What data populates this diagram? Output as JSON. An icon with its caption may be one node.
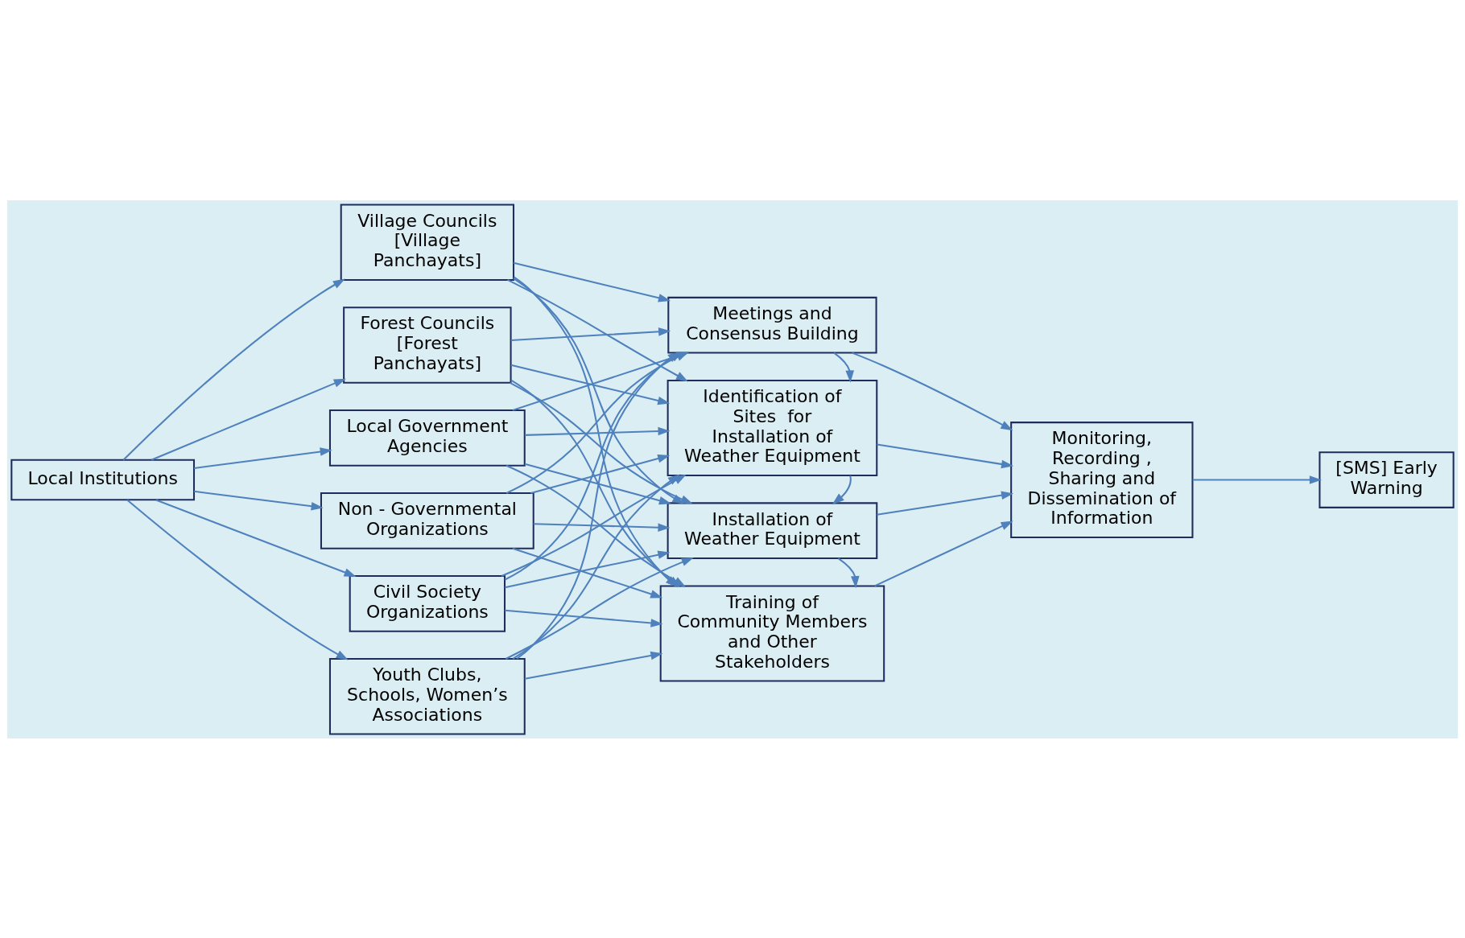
{
  "diagram": {
    "nodes": [
      {
        "text": [
          "Local Institutions"
        ]
      },
      {
        "text": [
          "Village Councils [Village Panchayats]"
        ]
      },
      {
        "text": [
          "Forest Councils [Forest Panchayats]"
        ]
      },
      {
        "text": [
          "Local Government Agencies"
        ]
      },
      {
        "text": [
          "Non - Governmental Organizations"
        ]
      },
      {
        "text": [
          "Civil Society Organizations"
        ]
      },
      {
        "text": [
          "Youth Clubs, Schools, Women’s Associations"
        ]
      },
      {
        "text": [
          "Meetings and Consensus Building"
        ]
      },
      {
        "text": [
          "Identification of Sites  for Installation of Weather Equipment"
        ]
      },
      {
        "text": [
          "Installation of Weather Equipment"
        ]
      },
      {
        "text": [
          "Training of Community Members and Other Stakeholders"
        ]
      },
      {
        "text": [
          "Monitoring, Recording , Sharing and Dissemination of Information"
        ]
      },
      {
        "text": [
          "[SMS] Early Warning"
        ]
      }
    ],
    "edges": [
      {
        "from": 0,
        "to": 1,
        "arrow": "to"
      },
      {
        "from": 0,
        "to": 2,
        "arrow": "to"
      },
      {
        "from": 0,
        "to": 3,
        "arrow": "to"
      },
      {
        "from": 0,
        "to": 4,
        "arrow": "to"
      },
      {
        "from": 0,
        "to": 5,
        "arrow": "to"
      },
      {
        "from": 0,
        "to": 6,
        "arrow": "to"
      },
      {
        "from": 1,
        "to": 7,
        "arrow": "to"
      },
      {
        "from": 1,
        "to": 8,
        "arrow": "to"
      },
      {
        "from": 1,
        "to": 9,
        "arrow": "to"
      },
      {
        "from": 1,
        "to": 10,
        "arrow": "to"
      },
      {
        "from": 2,
        "to": 7,
        "arrow": "to"
      },
      {
        "from": 2,
        "to": 8,
        "arrow": "to"
      },
      {
        "from": 2,
        "to": 9,
        "arrow": "to"
      },
      {
        "from": 2,
        "to": 10,
        "arrow": "to"
      },
      {
        "from": 3,
        "to": 7,
        "arrow": "to"
      },
      {
        "from": 3,
        "to": 8,
        "arrow": "to"
      },
      {
        "from": 3,
        "to": 9,
        "arrow": "to"
      },
      {
        "from": 3,
        "to": 10,
        "arrow": "to"
      },
      {
        "from": 4,
        "to": 7,
        "arrow": "to"
      },
      {
        "from": 4,
        "to": 8,
        "arrow": "to"
      },
      {
        "from": 4,
        "to": 9,
        "arrow": "to"
      },
      {
        "from": 4,
        "to": 10,
        "arrow": "to"
      },
      {
        "from": 5,
        "to": 7,
        "arrow": "to"
      },
      {
        "from": 5,
        "to": 8,
        "arrow": "to"
      },
      {
        "from": 5,
        "to": 9,
        "arrow": "to"
      },
      {
        "from": 5,
        "to": 10,
        "arrow": "to"
      },
      {
        "from": 6,
        "to": 7,
        "arrow": "to"
      },
      {
        "from": 6,
        "to": 8,
        "arrow": "to"
      },
      {
        "from": 6,
        "to": 9,
        "arrow": "to"
      },
      {
        "from": 6,
        "to": 10,
        "arrow": "to"
      },
      {
        "from": 7,
        "to": 8,
        "arrow": "to"
      },
      {
        "from": 8,
        "to": 9,
        "arrow": "to"
      },
      {
        "from": 9,
        "to": 10,
        "arrow": "to"
      },
      {
        "from": 7,
        "to": 11,
        "arrow": "to"
      },
      {
        "from": 8,
        "to": 11,
        "arrow": "to"
      },
      {
        "from": 9,
        "to": 11,
        "arrow": "to"
      },
      {
        "from": 10,
        "to": 11,
        "arrow": "to"
      },
      {
        "from": 11,
        "to": 12,
        "arrow": "to"
      }
    ]
  }
}
